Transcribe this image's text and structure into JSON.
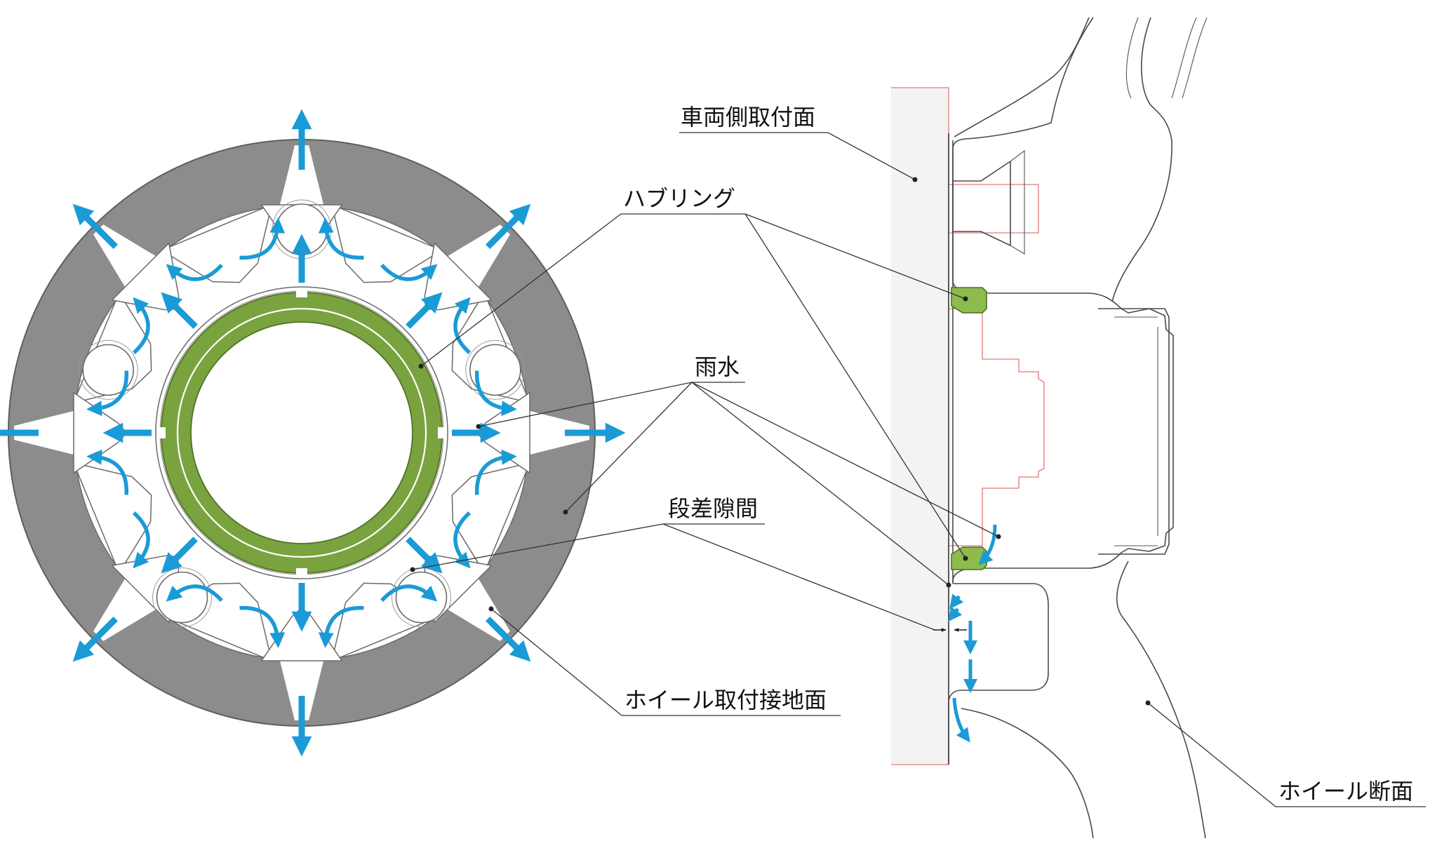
{
  "labels": {
    "hub_ring": "ハブリング",
    "rain_water": "雨水",
    "step_gap": "段差隙間",
    "wheel_mount_contact_surface": "ホイール取付接地面",
    "vehicle_side_mount_surface": "車両側取付面",
    "wheel_section": "ホイール断面"
  },
  "colors": {
    "plate_gray": "#8c8c8c",
    "ring_green": "#79a33f",
    "ring_green_light": "#8dbb4d",
    "flow_arrow_blue": "#1a9bd7",
    "outline": "#4a4a4a",
    "reference_red": "#e07a7a"
  }
}
